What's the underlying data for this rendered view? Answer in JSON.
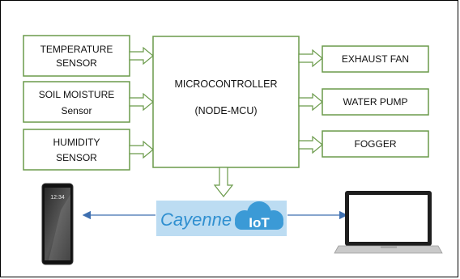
{
  "sensors": [
    {
      "line1": "TEMPERATURE",
      "line2": "SENSOR"
    },
    {
      "line1": "SOIL MOISTURE",
      "line2": "Sensor"
    },
    {
      "line1": "HUMIDITY",
      "line2": "SENSOR"
    }
  ],
  "controller": {
    "line1": "MICROCONTROLLER",
    "line2": "(NODE-MCU)"
  },
  "actuators": [
    "EXHAUST FAN",
    "WATER PUMP",
    "FOGGER"
  ],
  "cloud": {
    "brand": "Cayenne",
    "badge": "IoT"
  },
  "phone": {
    "clock": "12:34"
  },
  "colors": {
    "box_border": "#6a9a4a",
    "cloud_blue": "#3b9ad6",
    "arrow_blue": "#3d6fb0"
  }
}
